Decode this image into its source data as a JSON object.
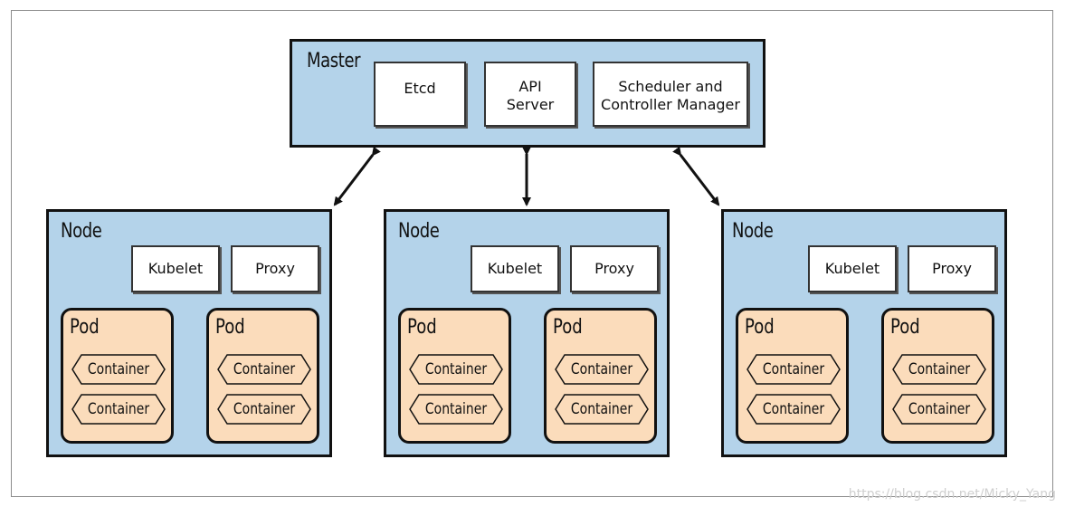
{
  "master": {
    "title": "Master",
    "etcd": "Etcd",
    "api_line1": "API",
    "api_line2": "Server",
    "sched_line1": "Scheduler and",
    "sched_line2": "Controller Manager"
  },
  "node_title": "Node",
  "kubelet_label": "Kubelet",
  "proxy_label": "Proxy",
  "pod_title": "Pod",
  "container_label": "Container",
  "watermark": "https://blog.csdn.net/Micky_Yang",
  "colors": {
    "box_fill": "#b4d3ea",
    "pod_fill": "#fbdcbb",
    "border": "#111111"
  }
}
